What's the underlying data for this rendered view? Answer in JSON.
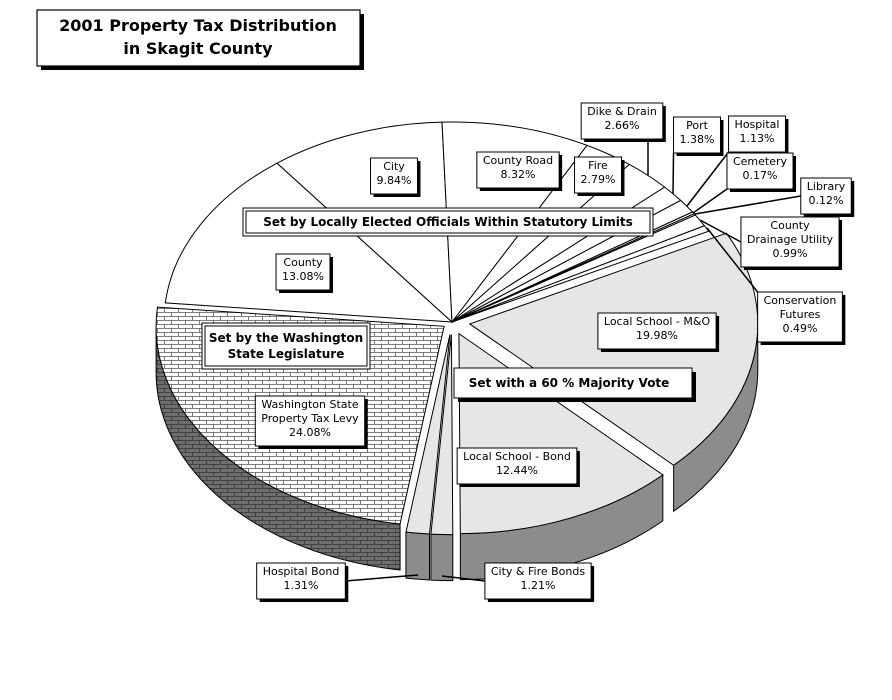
{
  "chart_data": {
    "type": "pie",
    "title_line1": "2001 Property Tax Distribution",
    "title_line2": "in Skagit County",
    "unit": "%",
    "slices": [
      {
        "name": "Local School - M&O",
        "value": 19.98,
        "pct_label": "19.98%",
        "fill": "#e6e6e6",
        "side": "#8c8c8c"
      },
      {
        "name": "Local School - Bond",
        "value": 12.44,
        "pct_label": "12.44%",
        "fill": "#e6e6e6",
        "side": "#8c8c8c"
      },
      {
        "name": "City & Fire Bonds",
        "value": 1.21,
        "pct_label": "1.21%",
        "fill": "#e6e6e6",
        "side": "#8c8c8c"
      },
      {
        "name": "Hospital Bond",
        "value": 1.31,
        "pct_label": "1.31%",
        "fill": "#e6e6e6",
        "side": "#8c8c8c"
      },
      {
        "name": "Washington State Property Tax Levy",
        "name_lines": [
          "Washington State",
          "Property Tax Levy"
        ],
        "value": 24.08,
        "pct_label": "24.08%",
        "fill": "brick",
        "side": "#6e6e6e"
      },
      {
        "name": "County",
        "value": 13.08,
        "pct_label": "13.08%",
        "fill": "#ffffff",
        "side": "#9a9a9a"
      },
      {
        "name": "City",
        "value": 9.84,
        "pct_label": "9.84%",
        "fill": "#ffffff",
        "side": "#9a9a9a"
      },
      {
        "name": "County Road",
        "value": 8.32,
        "pct_label": "8.32%",
        "fill": "#ffffff",
        "side": "#9a9a9a"
      },
      {
        "name": "Fire",
        "value": 2.79,
        "pct_label": "2.79%",
        "fill": "#ffffff",
        "side": "#9a9a9a"
      },
      {
        "name": "Dike & Drain",
        "value": 2.66,
        "pct_label": "2.66%",
        "fill": "#ffffff",
        "side": "#9a9a9a"
      },
      {
        "name": "Port",
        "value": 1.38,
        "pct_label": "1.38%",
        "fill": "#ffffff",
        "side": "#9a9a9a"
      },
      {
        "name": "Hospital",
        "value": 1.13,
        "pct_label": "1.13%",
        "fill": "#ffffff",
        "side": "#9a9a9a"
      },
      {
        "name": "Cemetery",
        "value": 0.17,
        "pct_label": "0.17%",
        "fill": "#ffffff",
        "side": "#9a9a9a"
      },
      {
        "name": "Library",
        "value": 0.12,
        "pct_label": "0.12%",
        "fill": "#ffffff",
        "side": "#9a9a9a"
      },
      {
        "name": "County Drainage Utility",
        "name_lines": [
          "County",
          "Drainage Utility"
        ],
        "value": 0.99,
        "pct_label": "0.99%",
        "fill": "#ffffff",
        "side": "#9a9a9a"
      },
      {
        "name": "Conservation Futures",
        "name_lines": [
          "Conservation",
          "Futures"
        ],
        "value": 0.49,
        "pct_label": "0.49%",
        "fill": "#ffffff",
        "side": "#9a9a9a"
      }
    ],
    "groups": [
      {
        "label": "Set by Locally  Elected Officials Within Statutory Limits"
      },
      {
        "label_lines": [
          "Set by the Washington",
          "State Legislature"
        ]
      },
      {
        "label": "Set with a 60 % Majority Vote"
      }
    ]
  }
}
